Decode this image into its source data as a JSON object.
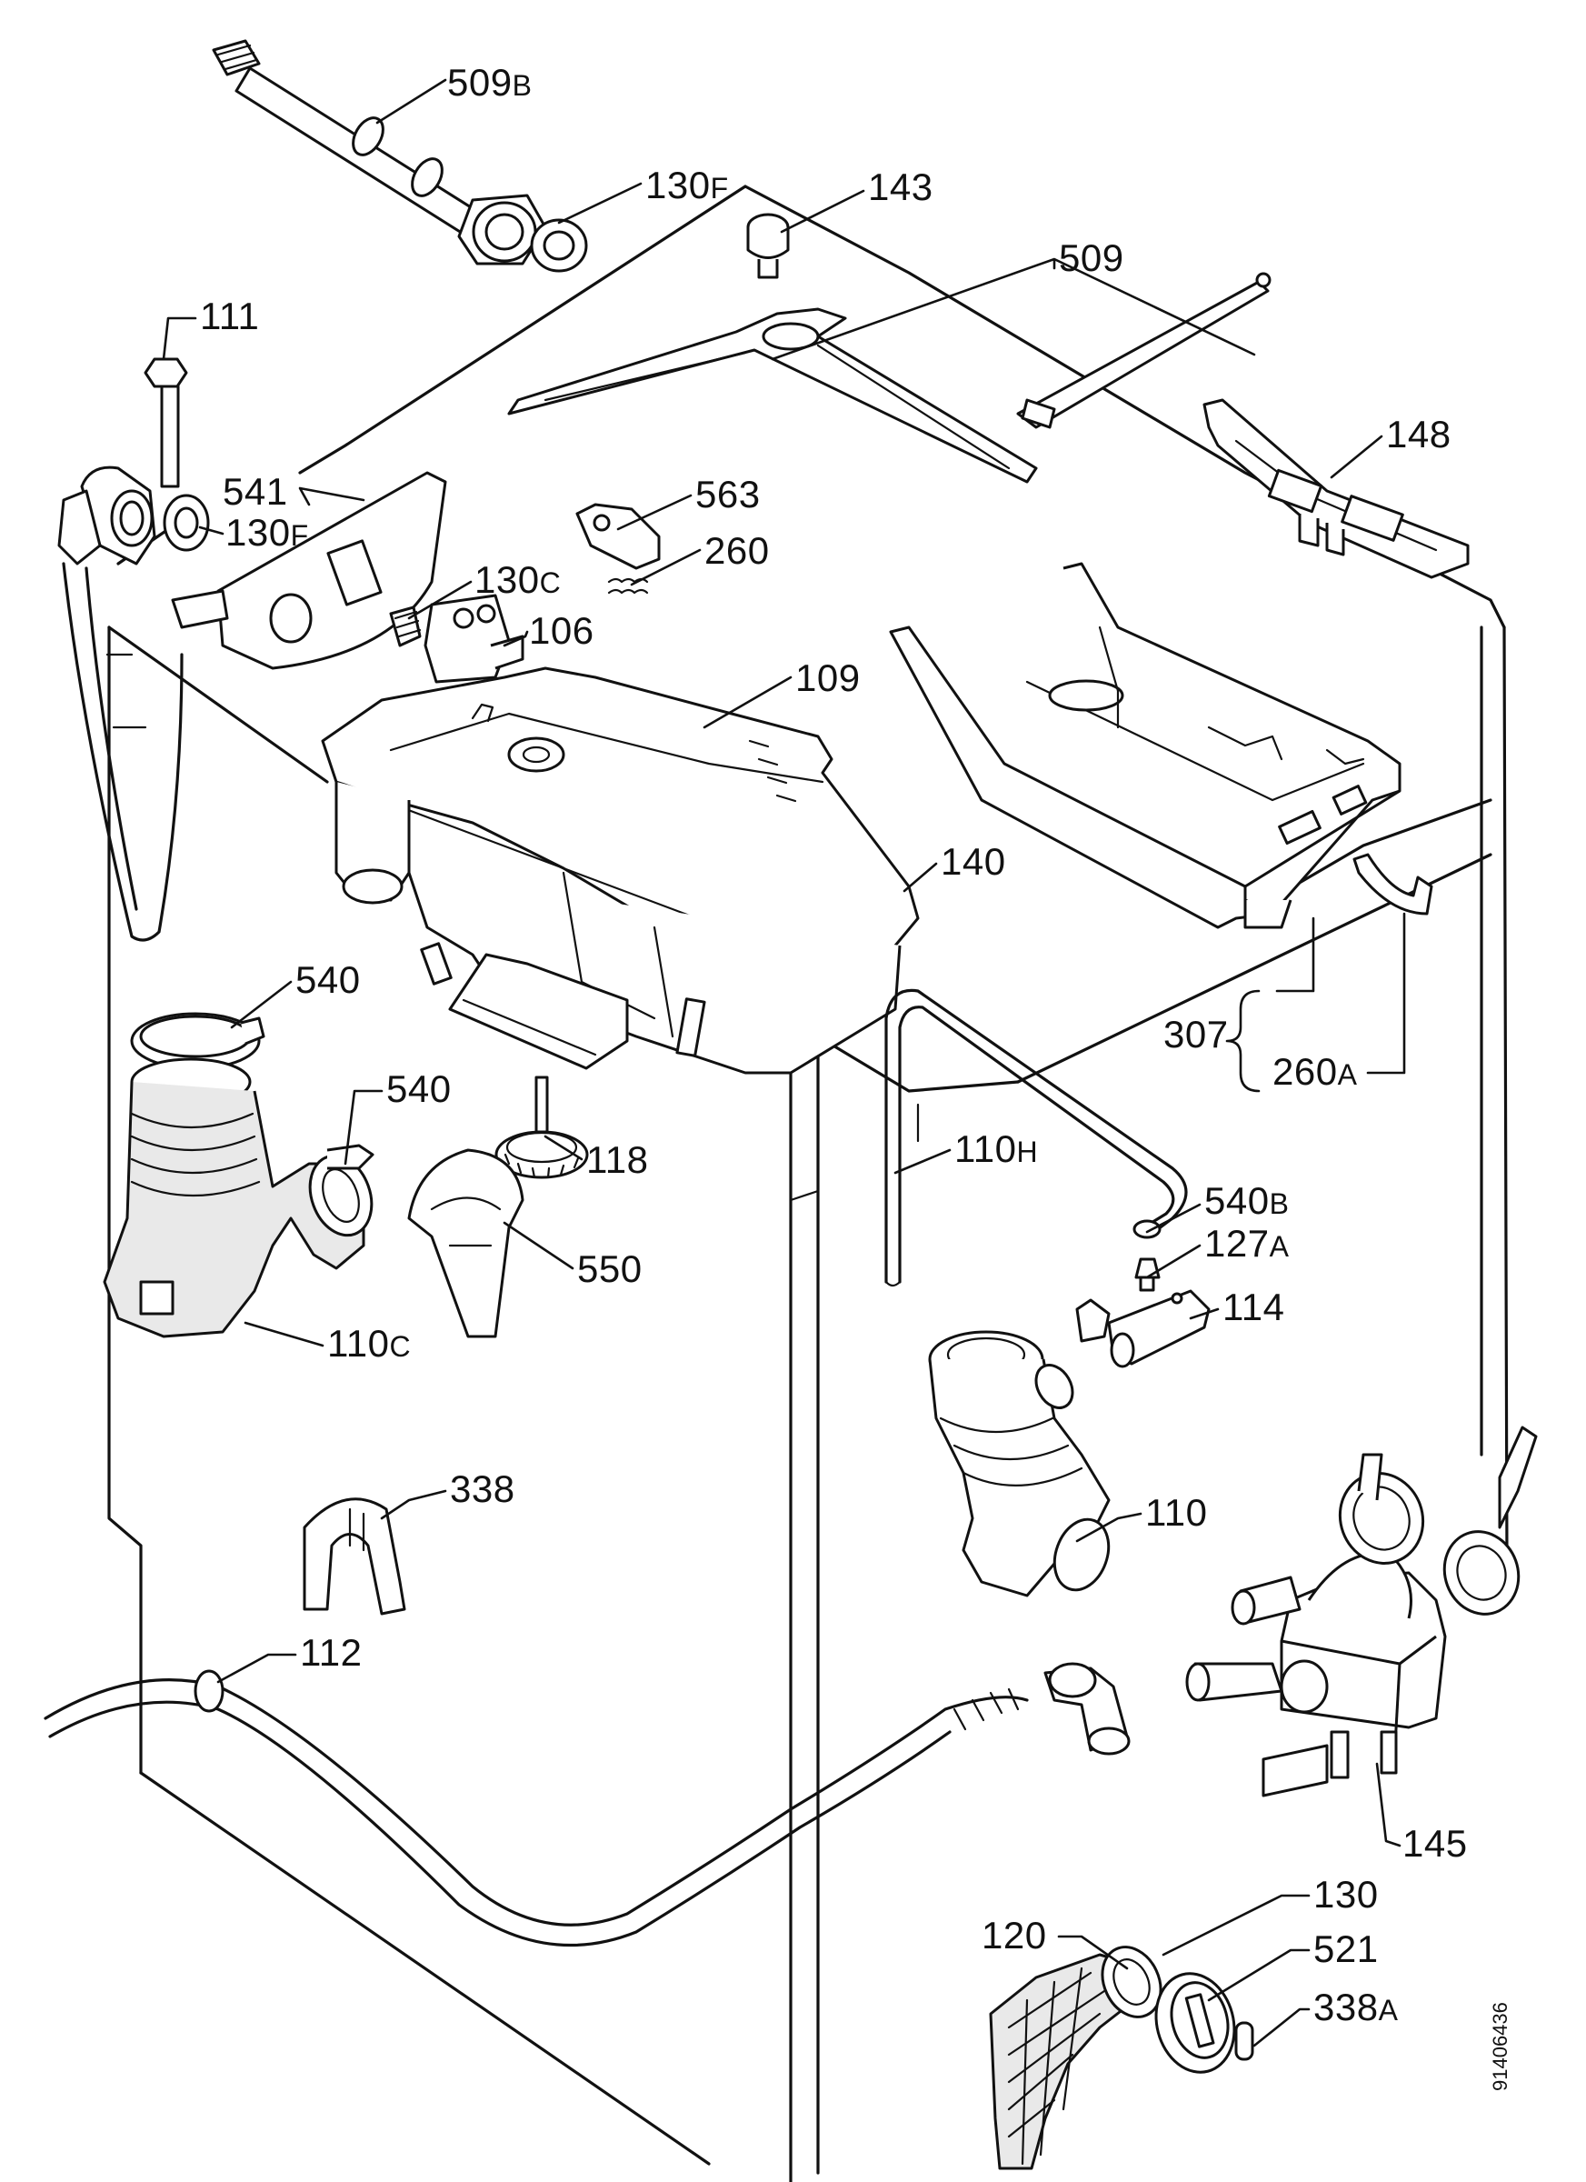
{
  "labels": [
    {
      "id": "509B",
      "num": "509",
      "sfx": "B"
    },
    {
      "id": "130F-a",
      "num": "130",
      "sfx": "F"
    },
    {
      "id": "143",
      "num": "143",
      "sfx": ""
    },
    {
      "id": "509",
      "num": "509",
      "sfx": ""
    },
    {
      "id": "111",
      "num": "111",
      "sfx": ""
    },
    {
      "id": "148",
      "num": "148",
      "sfx": ""
    },
    {
      "id": "541",
      "num": "541",
      "sfx": ""
    },
    {
      "id": "563",
      "num": "563",
      "sfx": ""
    },
    {
      "id": "130F-b",
      "num": "130",
      "sfx": "F"
    },
    {
      "id": "260",
      "num": "260",
      "sfx": ""
    },
    {
      "id": "130C",
      "num": "130",
      "sfx": "C"
    },
    {
      "id": "106",
      "num": "106",
      "sfx": ""
    },
    {
      "id": "109",
      "num": "109",
      "sfx": ""
    },
    {
      "id": "140",
      "num": "140",
      "sfx": ""
    },
    {
      "id": "540-a",
      "num": "540",
      "sfx": ""
    },
    {
      "id": "307",
      "num": "307",
      "sfx": ""
    },
    {
      "id": "540-b",
      "num": "540",
      "sfx": ""
    },
    {
      "id": "260A",
      "num": "260",
      "sfx": "A"
    },
    {
      "id": "118",
      "num": "118",
      "sfx": ""
    },
    {
      "id": "110H",
      "num": "110",
      "sfx": "H"
    },
    {
      "id": "540B",
      "num": "540",
      "sfx": "B"
    },
    {
      "id": "550",
      "num": "550",
      "sfx": ""
    },
    {
      "id": "127A",
      "num": "127",
      "sfx": "A"
    },
    {
      "id": "110C",
      "num": "110",
      "sfx": "C"
    },
    {
      "id": "114",
      "num": "114",
      "sfx": ""
    },
    {
      "id": "338",
      "num": "338",
      "sfx": ""
    },
    {
      "id": "110",
      "num": "110",
      "sfx": ""
    },
    {
      "id": "112",
      "num": "112",
      "sfx": ""
    },
    {
      "id": "145",
      "num": "145",
      "sfx": ""
    },
    {
      "id": "130",
      "num": "130",
      "sfx": ""
    },
    {
      "id": "120",
      "num": "120",
      "sfx": ""
    },
    {
      "id": "521",
      "num": "521",
      "sfx": ""
    },
    {
      "id": "338A",
      "num": "338",
      "sfx": "A"
    }
  ],
  "document_number": "91406436"
}
